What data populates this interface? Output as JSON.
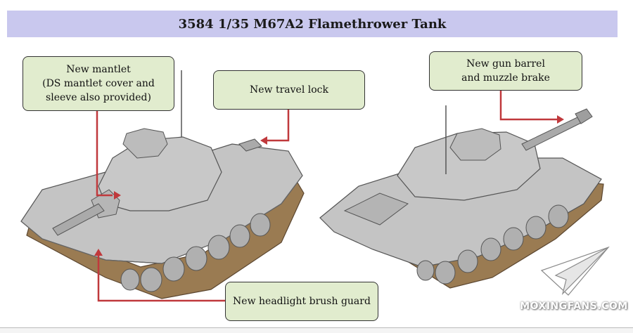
{
  "header": {
    "title": "3584  1/35 M67A2 Flamethrower Tank"
  },
  "callouts": {
    "mantlet": {
      "lines": [
        "New mantlet",
        "(DS mantlet cover and",
        "sleeve also provided)"
      ]
    },
    "travel_lock": {
      "lines": [
        "New travel lock"
      ]
    },
    "gun_barrel": {
      "lines": [
        "New gun barrel",
        "and muzzle brake"
      ]
    },
    "headlight_guard": {
      "lines": [
        "New headlight brush guard"
      ]
    }
  },
  "watermark": {
    "text": "MOXINGFANS.COM"
  },
  "colors": {
    "title_bg": "#c9c8ee",
    "callout_bg": "#e1ecce",
    "arrow": "#c0393c",
    "tank_body": "#bdbdbd",
    "track": "#9a7b52"
  }
}
